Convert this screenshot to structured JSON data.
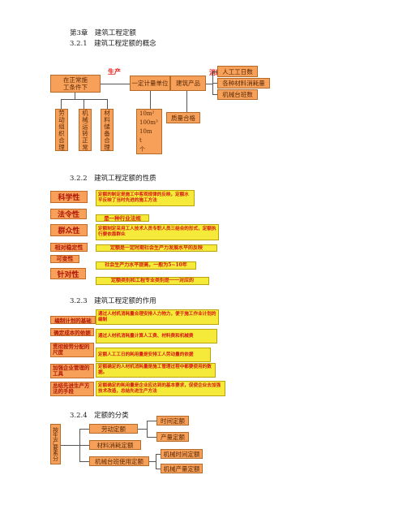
{
  "doc": {
    "chapter": "第3章　建筑工程定额",
    "s321": "3.2.1　建筑工程定额的概念",
    "s322": "3.2.2　建筑工程定额的性质",
    "s323": "3.2.3　建筑工程定额的作用",
    "s324": "3.2.4　定额的分类"
  },
  "concept": {
    "condition": [
      "在正常施",
      "工条件下"
    ],
    "produce": "生产",
    "unit": "一定计量单位",
    "product": "建筑产品",
    "consume": "消耗",
    "right": [
      "人工工日数",
      "各种材料消耗量",
      "机械台班数"
    ],
    "bottom": [
      "劳动组织合理",
      "机械运转正常",
      "材料储备合理"
    ],
    "units": [
      "10m²",
      "100m³",
      "10m",
      "t",
      "个"
    ],
    "quality": "质量合格"
  },
  "nature": {
    "tags": [
      "科学性",
      "法令性",
      "群众性",
      "相对稳定性",
      "可变性",
      "针对性"
    ],
    "descs": [
      "定额的制定是施工中客观规律的反映，定额水平反映了当时先进的施工方法",
      "是一种行业法规",
      "定额制定采用工人技术人员专职人员三结合的形式，定额执行要依靠群众",
      "定额是一定时期社会生产力发展水平的反映",
      "社会生产力水平提高，一般为5~10年",
      "定额类别和工程专业类别是一一对应的"
    ]
  },
  "role": {
    "tags": [
      "编制计划的基础",
      "确定成本的依据",
      "贯彻按劳分配的尺度",
      "加强企业管理的工具",
      "总结先进生产方法的手段"
    ],
    "descs": [
      "通过人材机消耗量合理安排人力物力，便于施工作业计划的编制",
      "通过人材机消耗量计算人工费、材料费和机械费",
      "定额人工工日的耗用量是安排工人劳动量的依据",
      "定额确定的人材机消耗量是施工管理过程中都要使用的数据。",
      "定额确定的耗用量是企业应达到的基本要求，促使企业去加强技术改造，总结先进生产方法"
    ]
  },
  "classify": {
    "root": "按生产要素分",
    "level1": [
      "劳动定额",
      "材料消耗定额",
      "机械台班使用定额"
    ],
    "labor_sub": [
      "时间定额",
      "产量定额"
    ],
    "machine_sub": [
      "机械时间定额",
      "机械产量定额"
    ]
  }
}
